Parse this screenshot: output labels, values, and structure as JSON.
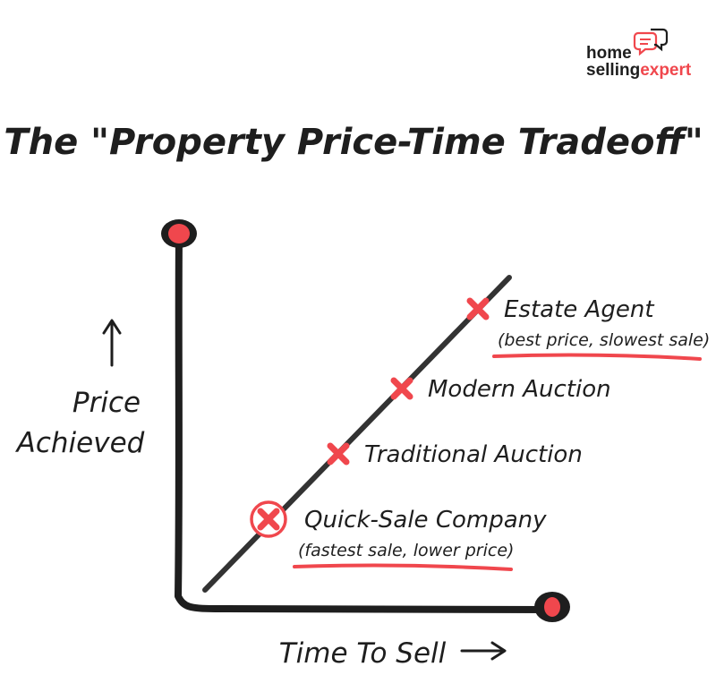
{
  "brand": {
    "line1": "home",
    "line2_part1": "selling",
    "line2_part2": "expert",
    "icon": "chat-bubbles-icon",
    "colors": {
      "accent": "#f0474d",
      "dark": "#1e1e1e"
    }
  },
  "title": "The \"Property Price-Time Tradeoff\"",
  "axes": {
    "y_label_line1": "Price",
    "y_label_line2": "Achieved",
    "y_arrow_icon": "arrow-up-icon",
    "x_label": "Time To Sell",
    "x_arrow_icon": "arrow-right-icon"
  },
  "chart_data": {
    "type": "diagram",
    "points": [
      {
        "name": "Quick-Sale Company",
        "note": "(fastest sale, lower price)",
        "rank": 1,
        "circled": true
      },
      {
        "name": "Traditional Auction",
        "note": "",
        "rank": 2,
        "circled": false
      },
      {
        "name": "Modern Auction",
        "note": "",
        "rank": 3,
        "circled": false
      },
      {
        "name": "Estate Agent",
        "note": "(best price, slowest sale)",
        "rank": 4,
        "circled": false
      }
    ],
    "marker_color": "#f0474d",
    "line_color": "#333333"
  }
}
